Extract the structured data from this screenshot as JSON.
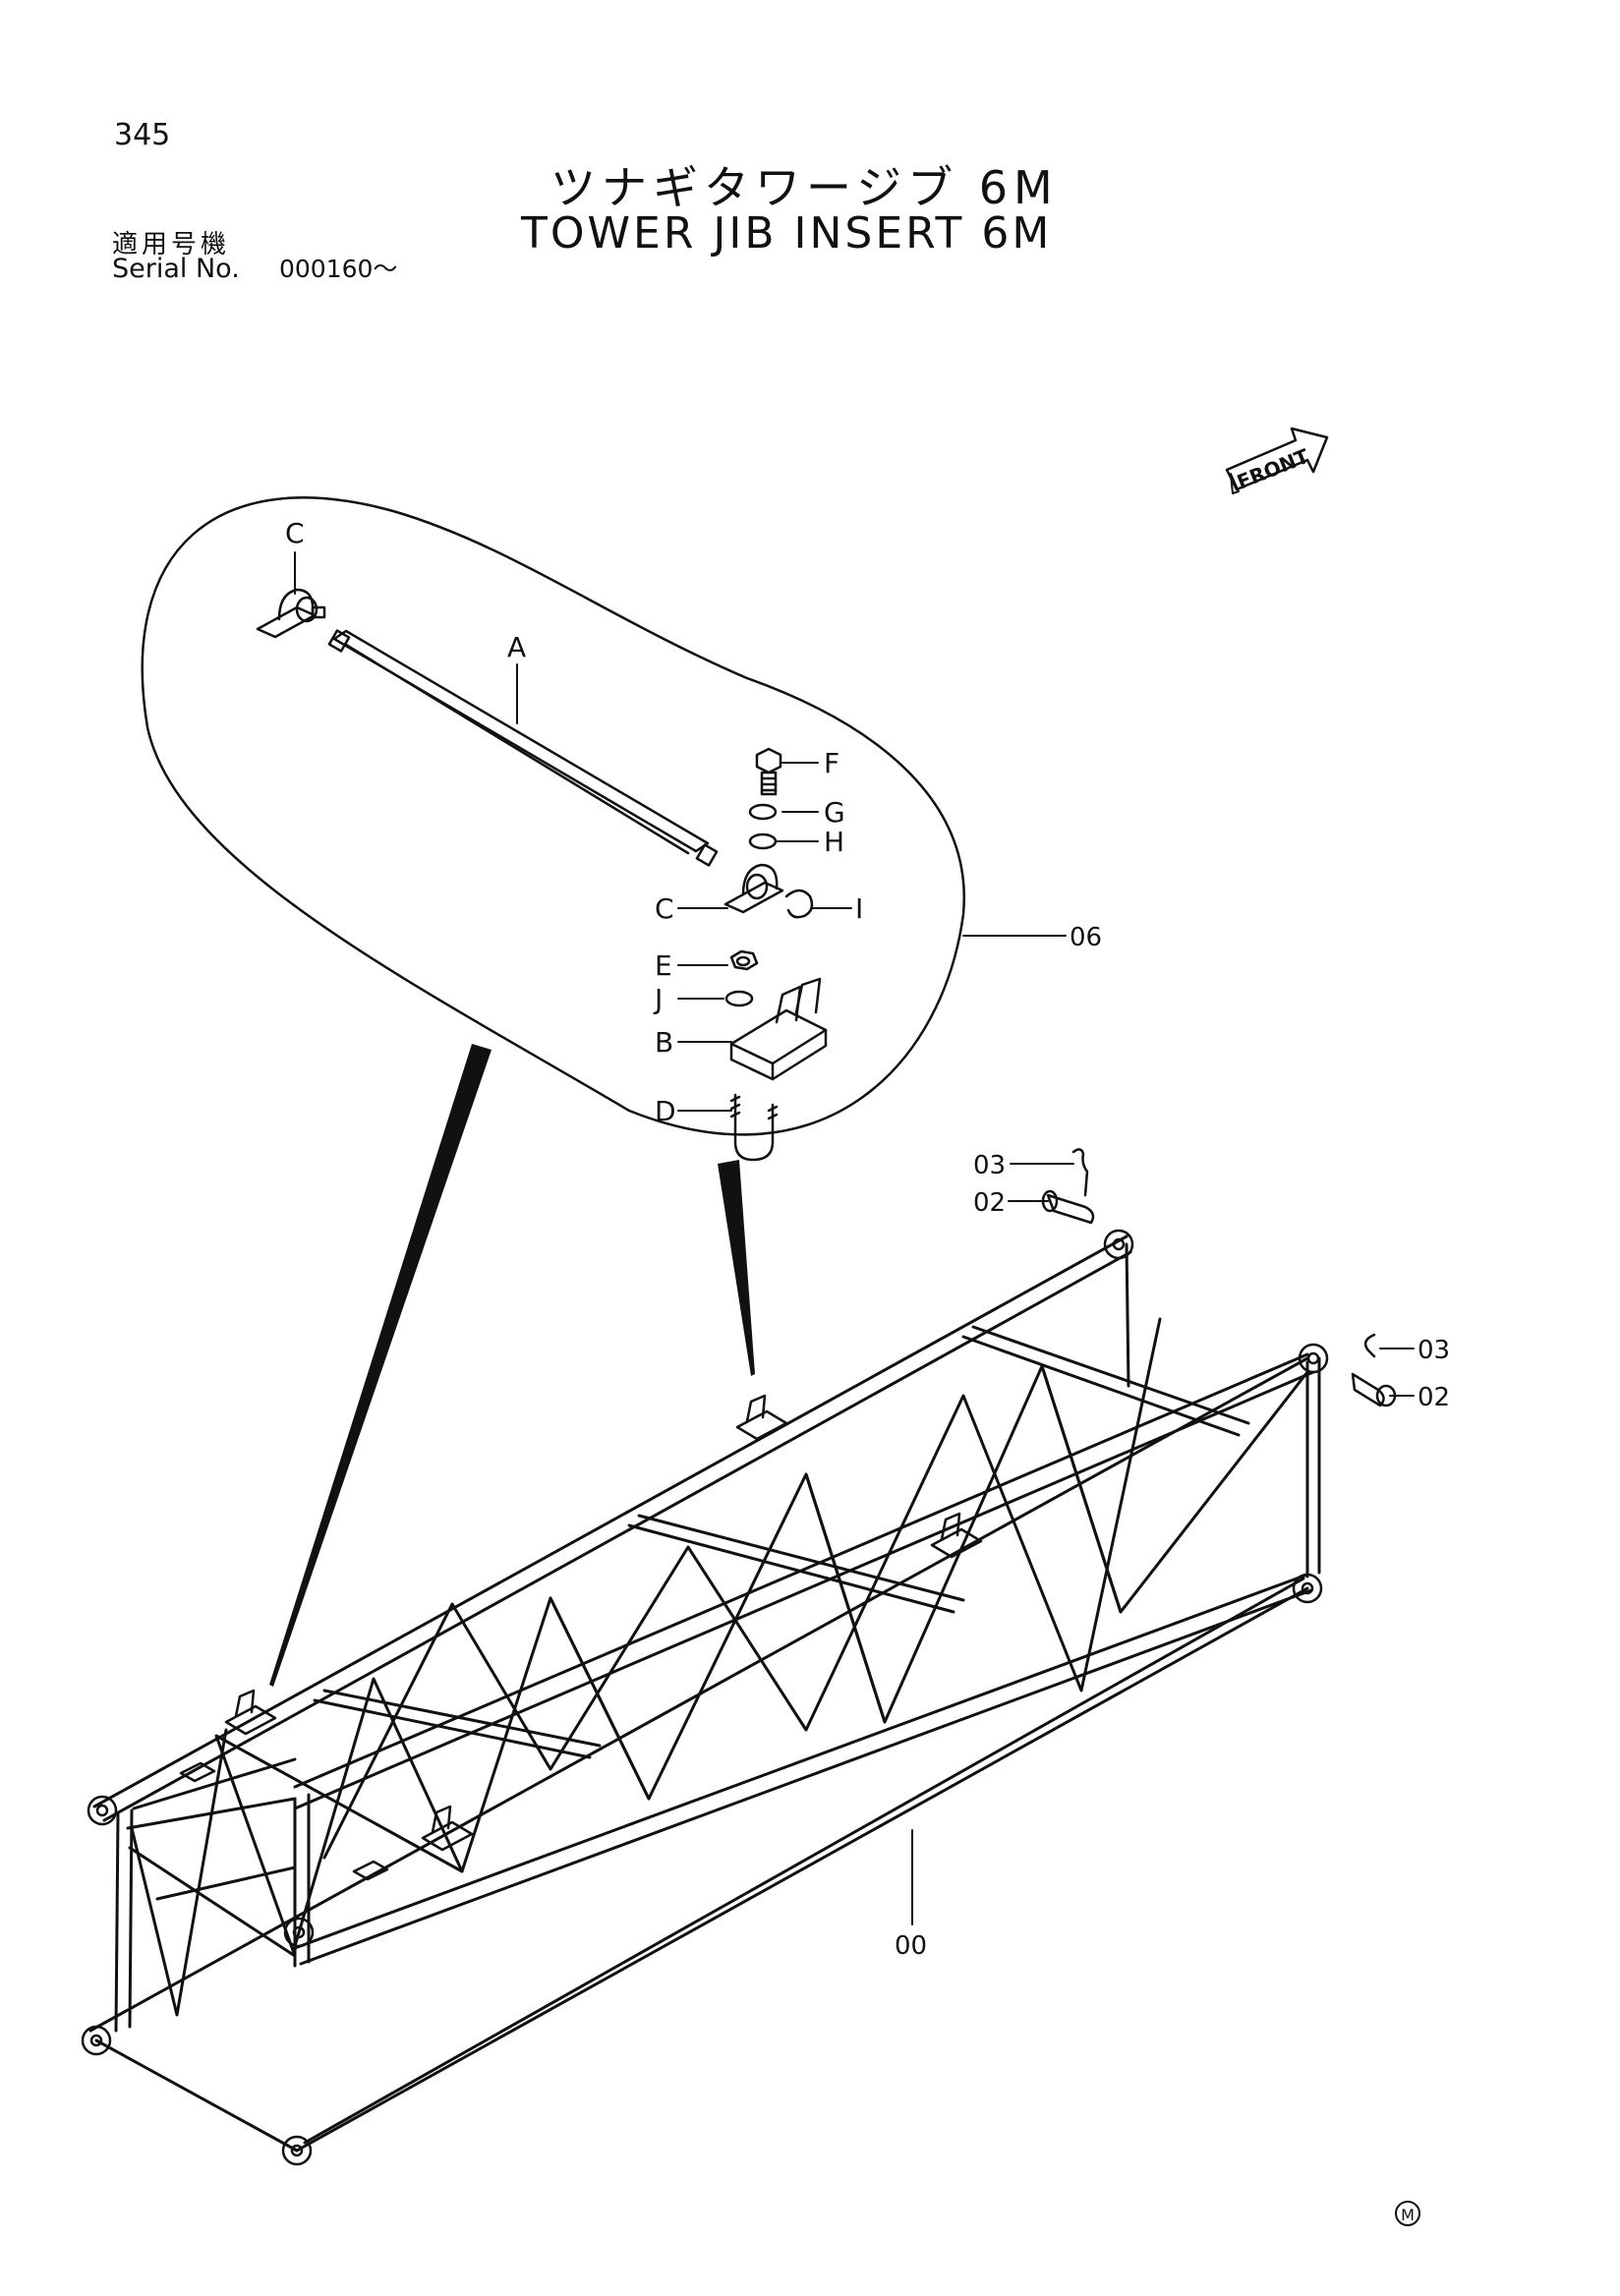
{
  "header": {
    "page_number": "345",
    "title_jp": "ツナギタワージブ 6M",
    "title_en": "TOWER JIB INSERT 6M",
    "serial_label_jp": "適用号機",
    "serial_label_en": "Serial No.",
    "serial_value": "000160～"
  },
  "front_label": "FRONT",
  "detail_labels": {
    "A": "A",
    "B": "B",
    "C_top": "C",
    "C_mid": "C",
    "D": "D",
    "E": "E",
    "F": "F",
    "G": "G",
    "H": "H",
    "I": "I",
    "J": "J"
  },
  "part_numbers": {
    "p06": "06",
    "p03_top": "03",
    "p02_top": "02",
    "p03_right": "03",
    "p02_right": "02",
    "p00": "00"
  },
  "maker_mark": "M"
}
